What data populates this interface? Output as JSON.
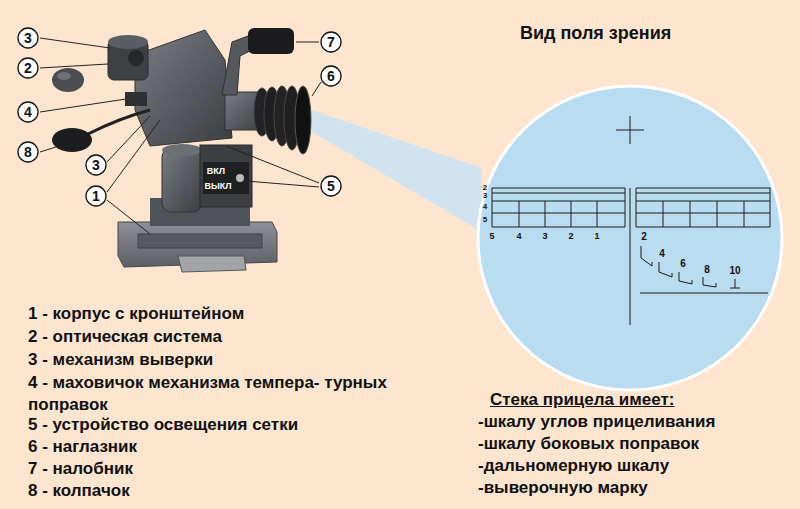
{
  "diagram": {
    "title": "Вид поля зрения",
    "nodes": [
      {
        "text": [
          "3"
        ]
      },
      {
        "text": [
          "7"
        ]
      },
      {
        "text": [
          "2"
        ]
      },
      {
        "text": [
          "6"
        ]
      },
      {
        "text": [
          "4"
        ]
      },
      {
        "text": [
          "8"
        ]
      },
      {
        "text": [
          "3"
        ]
      },
      {
        "text": [
          "5"
        ]
      },
      {
        "text": [
          "1"
        ]
      }
    ],
    "labels": [
      "1 - корпус с кронштейном",
      "2 - оптическая система",
      "3 - механизм выверки",
      "4 - маховичок механизма темпера- турных поправок",
      "5 - устройство освещения сетки",
      "6 - наглазник",
      "7 - налобник",
      "8 - колпачок",
      "Стека прицела имеет:",
      "-шкалу углов прицеливания",
      "-шкалу боковых поправок",
      "-дальномерную шкалу",
      "-выверочную марку",
      "ВКЛ",
      "ВЫКЛ",
      "2",
      "3",
      "4",
      "5",
      "5",
      "4",
      "3",
      "2",
      "1",
      "2",
      "4",
      "6",
      "8",
      "10"
    ]
  }
}
